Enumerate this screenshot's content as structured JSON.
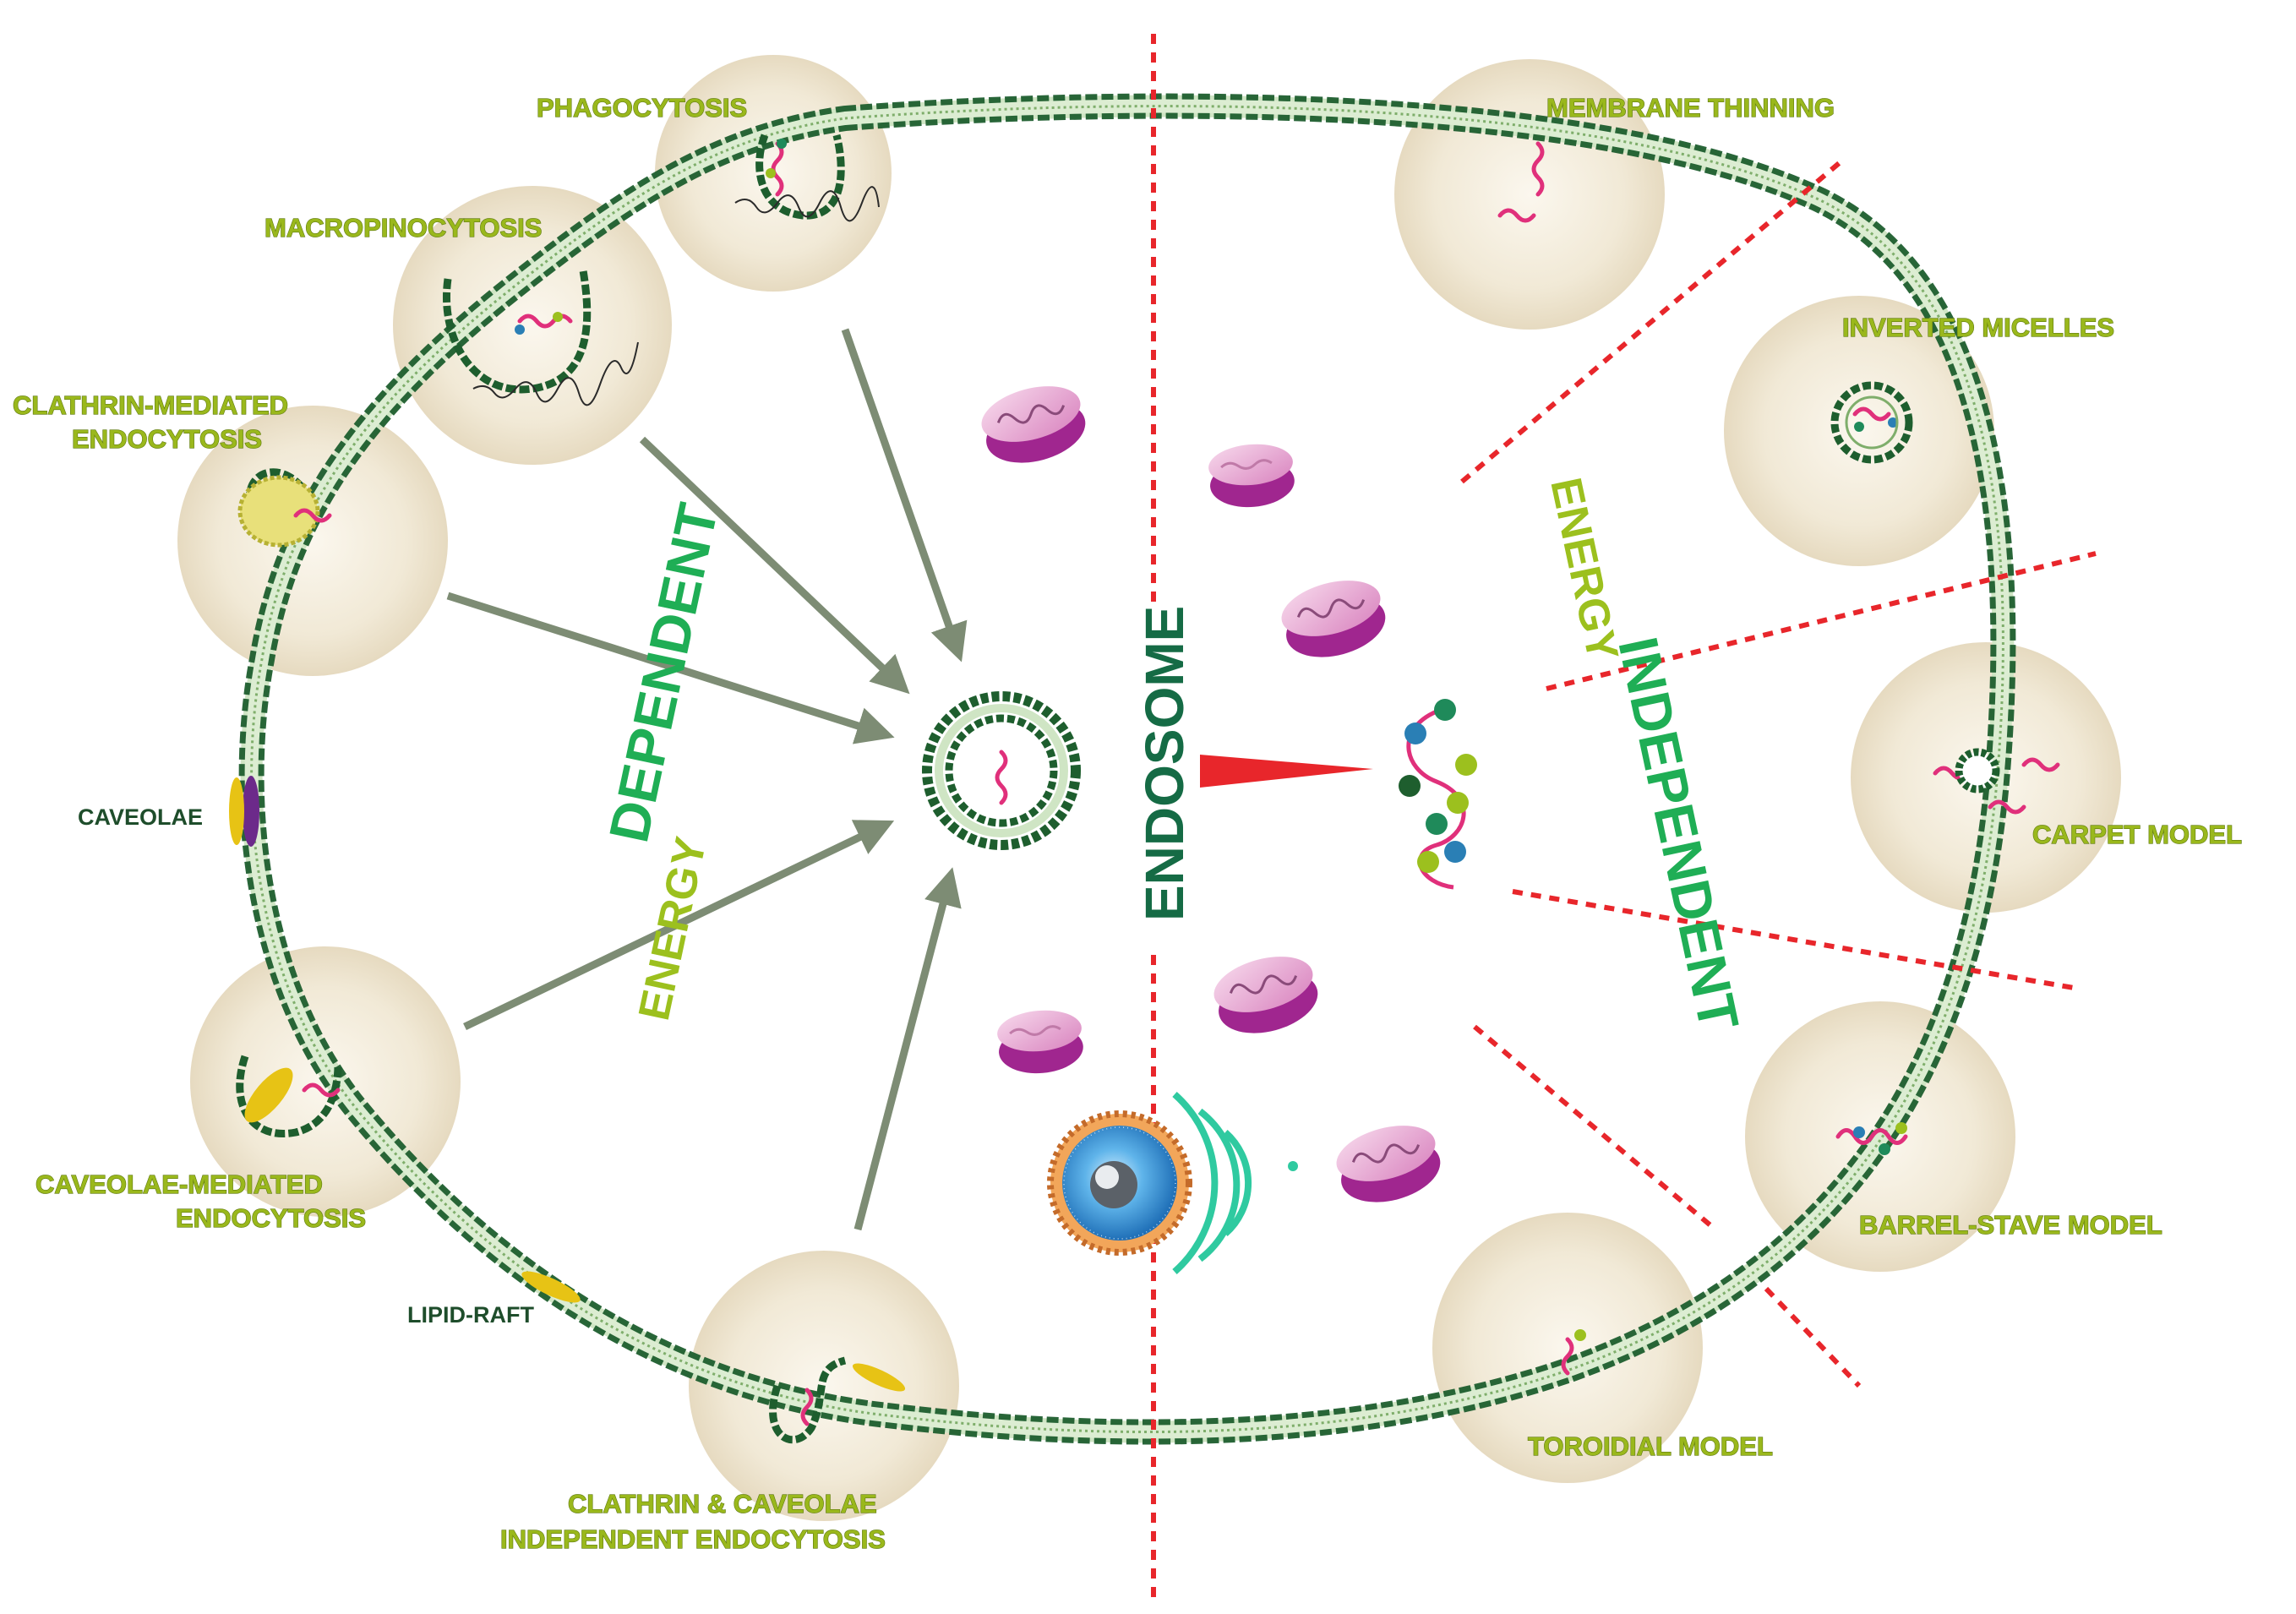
{
  "labels": {
    "phagocytosis": "PHAGOCYTOSIS",
    "macropinocytosis": "MACROPINOCYTOSIS",
    "clathrin_1": "CLATHRIN-MEDIATED",
    "clathrin_2": "ENDOCYTOSIS",
    "caveolae": "CAVEOLAE",
    "caveolae_mediated_1": "CAVEOLAE-MEDIATED",
    "caveolae_mediated_2": "ENDOCYTOSIS",
    "lipid_raft": "LIPID-RAFT",
    "independent_1": "CLATHRIN & CAVEOLAE",
    "independent_2": "INDEPENDENT ENDOCYTOSIS",
    "membrane_thinning": "MEMBRANE THINNING",
    "inverted_micelles": "INVERTED MICELLES",
    "carpet_model": "CARPET MODEL",
    "barrel_stave": "BARREL-STAVE MODEL",
    "toroidal": "TOROIDIAL MODEL"
  },
  "center": {
    "energy_left": "ENERGY",
    "dependent": "DEPENDENT",
    "endosome": "ENDOSOME",
    "energy_right": "ENERGY",
    "independent": "INDEPENDENT"
  },
  "colors": {
    "membrane": "#1e5e2e",
    "lime": "#9cc01e",
    "green": "#1fae55",
    "arrow": "#7d8c74",
    "divider": "#e8262b",
    "circle_fill": "#efe6d2",
    "mito": "#a0268f"
  }
}
